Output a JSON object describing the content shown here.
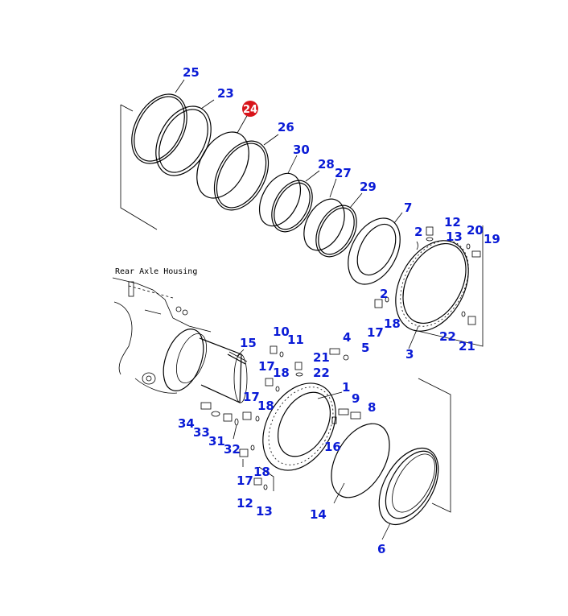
{
  "diagram": {
    "caption": "Rear Axle Housing",
    "highlight_color": "#d8141a",
    "callout_color": "#0a1bd6",
    "highlighted_part": "24",
    "callouts": [
      "25",
      "23",
      "26",
      "30",
      "28",
      "27",
      "29",
      "7",
      "2",
      "12",
      "13",
      "20",
      "19",
      "2",
      "17",
      "18",
      "3",
      "22",
      "21",
      "15",
      "10",
      "11",
      "21",
      "4",
      "5",
      "22",
      "17",
      "18",
      "1",
      "9",
      "8",
      "17",
      "18",
      "16",
      "34",
      "33",
      "31",
      "32",
      "17",
      "18",
      "12",
      "13",
      "14",
      "6"
    ]
  }
}
